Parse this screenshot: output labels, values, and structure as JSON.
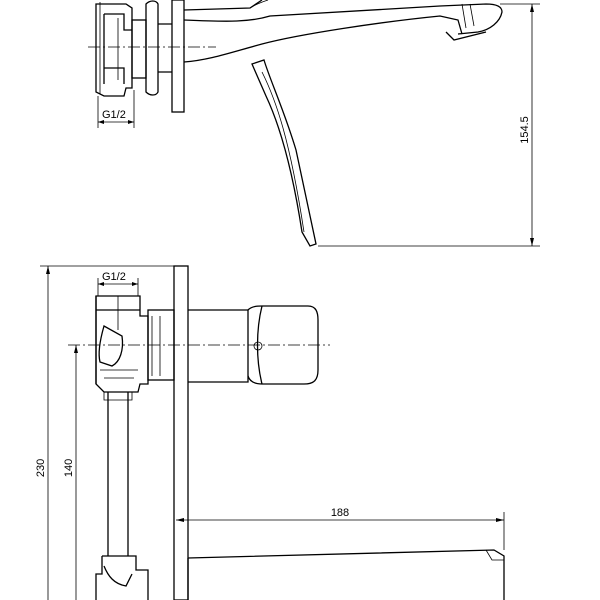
{
  "drawing": {
    "type": "technical-drawing",
    "subject": "wall-mounted basin mixer",
    "views": [
      "side-view",
      "front-view"
    ]
  },
  "dimensions": {
    "side_thread": "G1/2",
    "side_height": "154.5",
    "front_thread": "G1/2",
    "front_total_height": "230",
    "front_centre_height": "140",
    "spout_projection": "188"
  }
}
